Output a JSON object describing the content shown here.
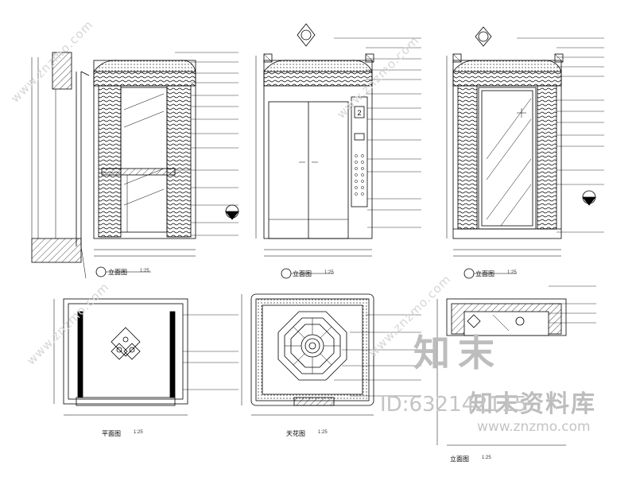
{
  "watermark": {
    "brand": "知末",
    "brand_cn": "知末资料库",
    "id_text": "ID:632142115",
    "url": "www.znzmo.com",
    "diagonal": "www.znzmo.com"
  },
  "captions": {
    "elev1": "立面图",
    "elev2": "立面图",
    "elev3": "立面图",
    "plan1": "平面图",
    "plan2": "天花图",
    "plan3": "立面图",
    "scale": "1:25"
  },
  "elevator_display": {
    "floor_digit": "2"
  }
}
